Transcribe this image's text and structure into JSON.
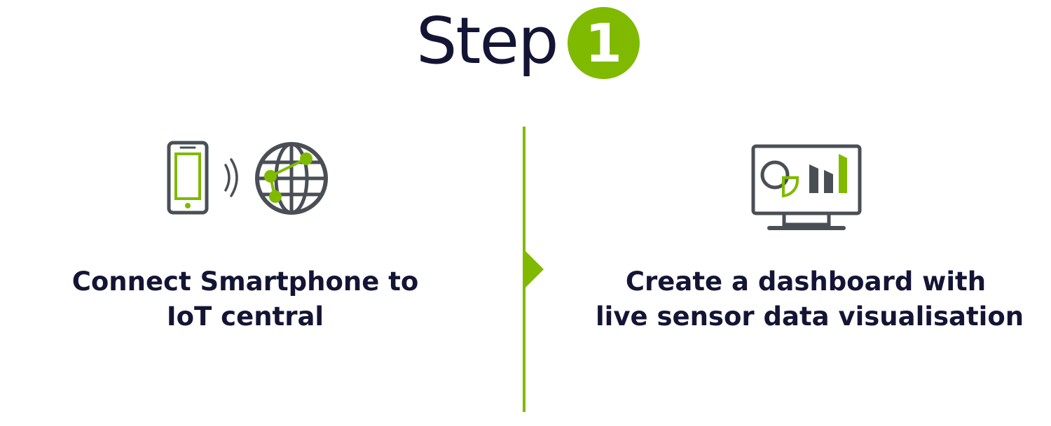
{
  "header": {
    "step_word": "Step",
    "step_number": "1"
  },
  "colors": {
    "accent": "#7fba00",
    "text": "#141535",
    "icon_gray": "#4a4f56"
  },
  "left_panel": {
    "icon_names": [
      "smartphone-icon",
      "wireless-signal-icon",
      "globe-network-icon"
    ],
    "caption_line1": "Connect Smartphone to",
    "caption_line2": "IoT central"
  },
  "right_panel": {
    "icon_names": [
      "monitor-dashboard-icon"
    ],
    "caption_line1": "Create a dashboard with",
    "caption_line2": "live sensor data visualisation"
  }
}
